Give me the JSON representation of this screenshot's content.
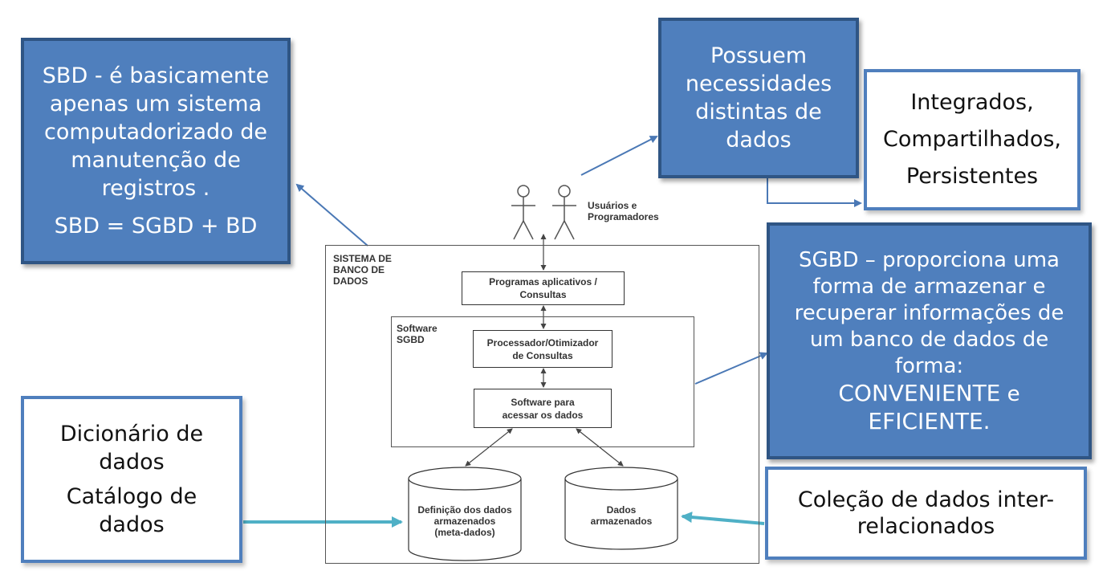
{
  "sbd_box": {
    "line1": "SBD - é basicamente",
    "line2": "apenas um sistema",
    "line3": "computadorizado de",
    "line4": "manutenção de",
    "line5": "registros .",
    "formula": "SBD = SGBD + BD"
  },
  "necessidades_box": {
    "line1": "Possuem",
    "line2": "necessidades",
    "line3": "distintas de",
    "line4": "dados"
  },
  "integrados_box": {
    "line1": "Integrados,",
    "line2": "Compartilhados,",
    "line3": "Persistentes"
  },
  "sgbd_box": {
    "line1": "SGBD – proporciona uma",
    "line2": "forma de armazenar  e",
    "line3": "recuperar informações de",
    "line4": "um banco de dados de",
    "line5": "forma:",
    "line6a": "CONVENIENTE",
    "line6b": " e",
    "line7": "EFICIENTE."
  },
  "dicionario_box": {
    "line1": "Dicionário de",
    "line2": "dados",
    "line3": "Catálogo de",
    "line4": "dados"
  },
  "colecao_box": {
    "line1": "Coleção de dados inter-",
    "line2": "relacionados"
  },
  "diagram": {
    "users_label_1": "Usuários e",
    "users_label_2": "Programadores",
    "system_label_1": "SISTEMA DE",
    "system_label_2": "BANCO DE",
    "system_label_3": "DADOS",
    "apps_1": "Programas aplicativos /",
    "apps_2": "Consultas",
    "software_label_1": "Software",
    "software_label_2": "SGBD",
    "processor_1": "Processador/Otimizador",
    "processor_2": "de Consultas",
    "access_1": "Software para",
    "access_2": "acessar os dados",
    "meta_1": "Definição dos dados",
    "meta_2": "armazenados",
    "meta_3": "(meta-dados)",
    "stored_1": "Dados",
    "stored_2": "armazenados"
  },
  "colors": {
    "blue_fill": "#4f7fbd",
    "blue_border": "#2f5584",
    "arrow": "#4a78b5",
    "teal_arrow": "#4fb0c6"
  }
}
